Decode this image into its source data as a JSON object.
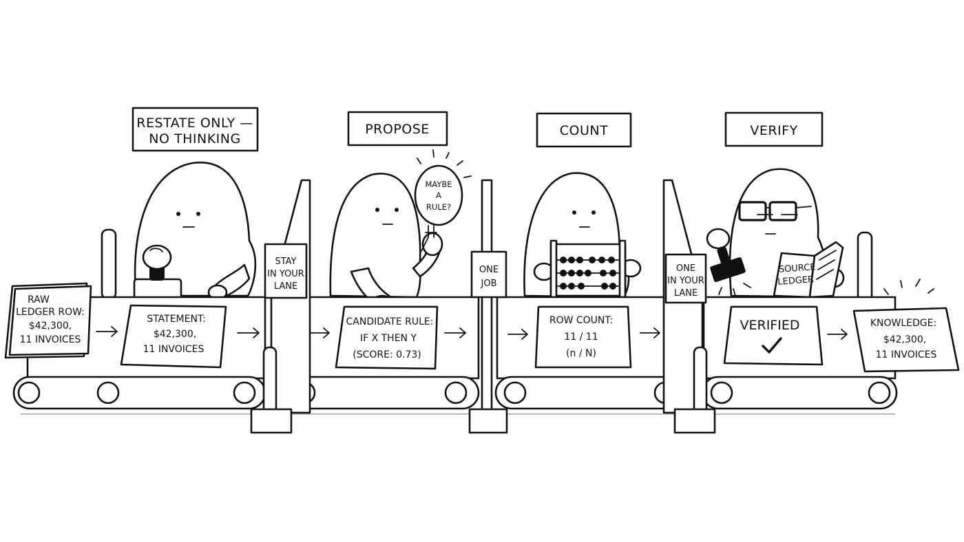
{
  "stations": [
    {
      "label_lines": [
        "RESTATE ONLY —",
        "NO THINKING"
      ]
    },
    {
      "label_lines": [
        "PROPOSE"
      ]
    },
    {
      "label_lines": [
        "COUNT"
      ]
    },
    {
      "label_lines": [
        "VERIFY"
      ]
    }
  ],
  "cards": {
    "input": [
      "RAW",
      "LEDGER ROW:",
      "$42,300,",
      "11 INVOICES"
    ],
    "statement": [
      "STATEMENT:",
      "$42,300,",
      "11 INVOICES"
    ],
    "candidate": [
      "CANDIDATE RULE:",
      "IF X THEN Y",
      "(SCORE: 0.73)"
    ],
    "rowcount": [
      "ROW COUNT:",
      "11 / 11",
      "(n / N)"
    ],
    "verified": [
      "VERIFIED"
    ],
    "knowledge": [
      "KNOWLEDGE:",
      "$42,300,",
      "11 INVOICES"
    ]
  },
  "signs": {
    "sign1": [
      "STAY",
      "IN YOUR",
      "LANE"
    ],
    "sign2": [
      "ONE",
      "JOB"
    ],
    "sign3": [
      "ONE",
      "IN YOUR",
      "LANE"
    ]
  },
  "bubble": [
    "MAYBE",
    "A",
    "RULE?"
  ],
  "book": [
    "SOURCE",
    "LEDGER"
  ],
  "icons": [
    "stamp-icon",
    "lightbulb-icon",
    "abacus-icon",
    "checkmark-icon",
    "glasses-icon",
    "arrow-right-icon"
  ]
}
